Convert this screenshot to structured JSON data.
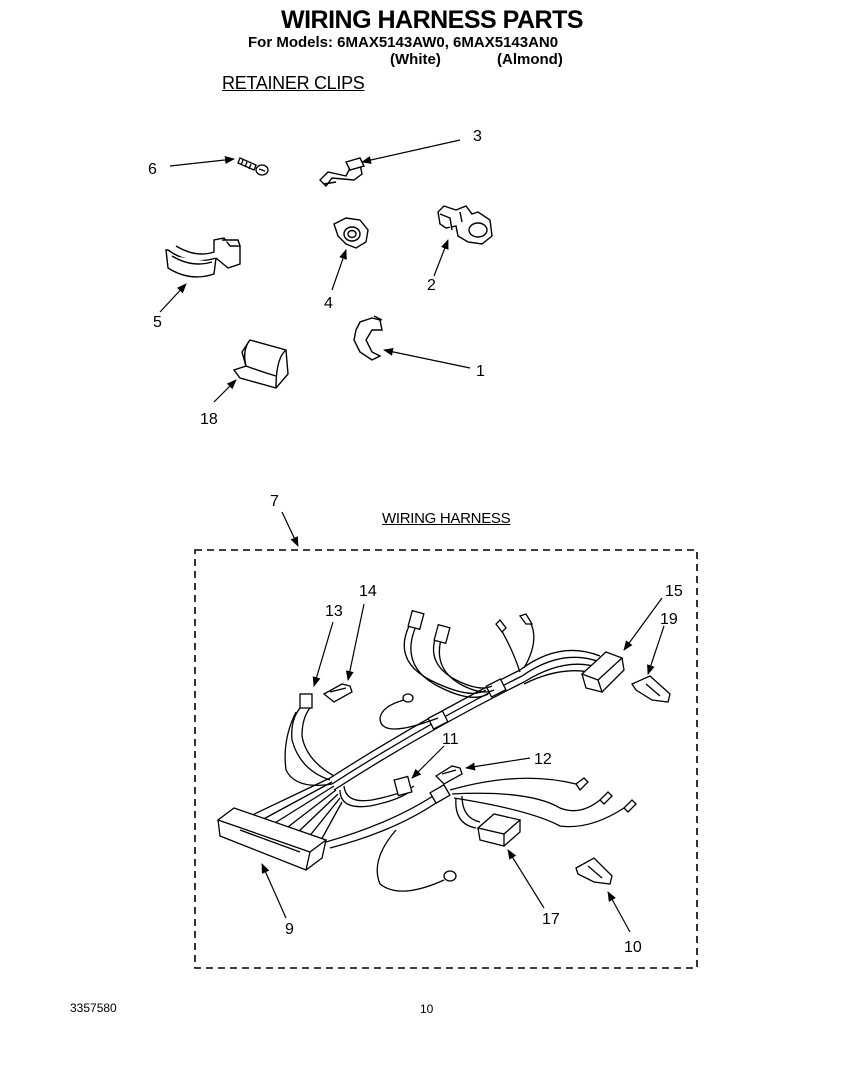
{
  "header": {
    "title": "WIRING HARNESS PARTS",
    "models_line": "For Models: 6MAX5143AW0,   6MAX5143AN0",
    "color_white": "(White)",
    "color_almond": "(Almond)"
  },
  "sections": {
    "retainer_clips": "RETAINER CLIPS",
    "wiring_harness": "WIRING HARNESS"
  },
  "callouts": {
    "c1": "1",
    "c2": "2",
    "c3": "3",
    "c4": "4",
    "c5": "5",
    "c6": "6",
    "c7": "7",
    "c9": "9",
    "c10": "10",
    "c11": "11",
    "c12": "12",
    "c13": "13",
    "c14": "14",
    "c15": "15",
    "c17": "17",
    "c18": "18",
    "c19": "19"
  },
  "footer": {
    "doc_number": "3357580",
    "page_number": "10"
  }
}
